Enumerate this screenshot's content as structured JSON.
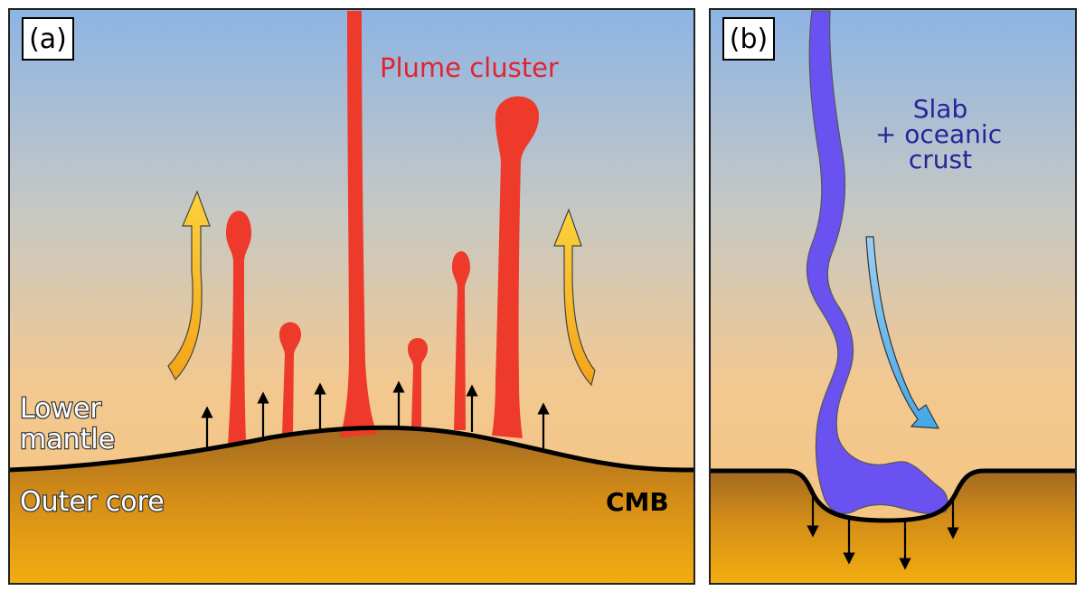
{
  "panel_a": {
    "label": "(a)",
    "plume_label": "Plume cluster",
    "lower_mantle_line1": "Lower",
    "lower_mantle_line2": "mantle",
    "outer_core": "Outer core",
    "boundary": "CMB"
  },
  "panel_b": {
    "label": "(b)",
    "slab_line1": "Slab",
    "slab_line2": "+ oceanic",
    "slab_line3": "crust"
  },
  "colors": {
    "mantle_top": "#8db4e4",
    "mantle_bottom": "#f6c57c",
    "core_top": "#a86c22",
    "core_bottom": "#f3ad10",
    "plume": "#ee3a2b",
    "plume_text": "#e0242f",
    "slab": "#6a52f0",
    "slab_text": "#26249a",
    "flow_arrow_up": "#f7b51b",
    "flow_arrow_down": "#6bbdf0"
  },
  "icons": [
    "upward-flow-arrow",
    "downward-flow-arrow",
    "heat-flux-arrow",
    "cmb-deflection-arrow"
  ]
}
